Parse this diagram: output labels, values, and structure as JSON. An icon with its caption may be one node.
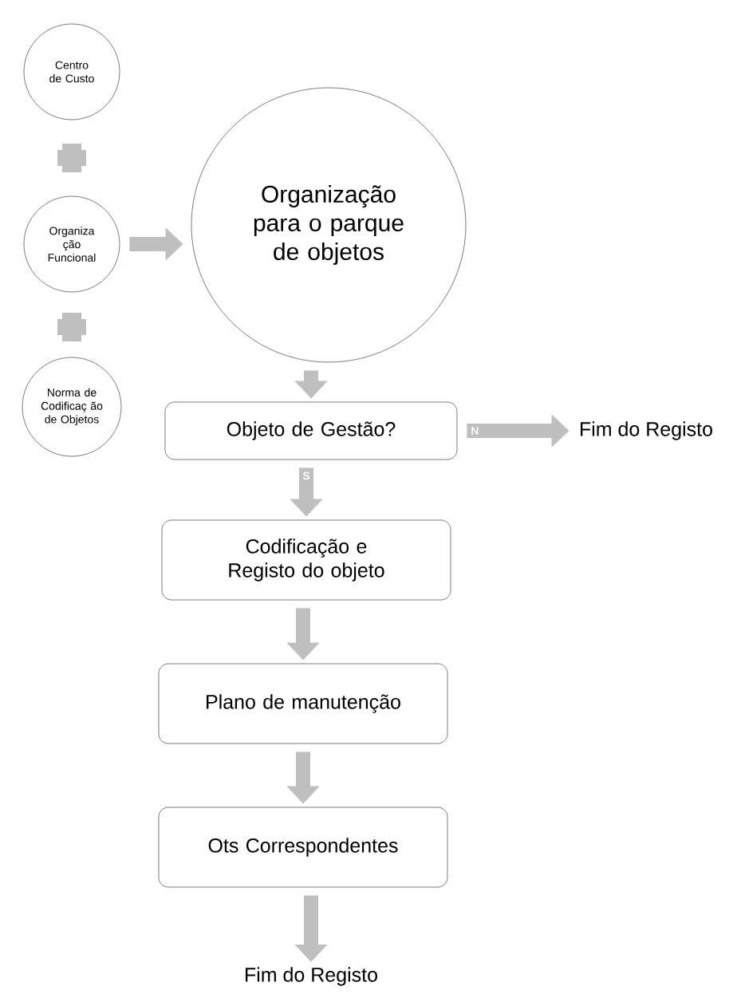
{
  "diagram": {
    "nodes": [
      {
        "text": [
          "Centro de Custo"
        ]
      },
      {
        "text": [
          "Organiza ção Funcional"
        ]
      },
      {
        "text": [
          "Norma de Codificaç ão de Objetos"
        ]
      },
      {
        "text": [
          "Organização para o parque de objetos"
        ]
      },
      {
        "text": [
          "Objeto de Gestão?"
        ]
      },
      {
        "text": [
          "Fim do Registo"
        ]
      },
      {
        "text": [
          "Codificação e Registo do objeto"
        ]
      },
      {
        "text": [
          "Plano de manutenção"
        ]
      },
      {
        "text": [
          "Ots Correspondentes"
        ]
      },
      {
        "text": [
          "Fim do Registo"
        ]
      }
    ],
    "edges": [
      {
        "from": 1,
        "to": 3,
        "arrow": "to"
      },
      {
        "from": 3,
        "to": 4,
        "arrow": "to"
      },
      {
        "from": 4,
        "to": 5,
        "arrow": "to",
        "label": "N"
      },
      {
        "from": 4,
        "to": 6,
        "arrow": "to",
        "label": "S"
      },
      {
        "from": 6,
        "to": 7,
        "arrow": "to"
      },
      {
        "from": 7,
        "to": 8,
        "arrow": "to"
      },
      {
        "from": 8,
        "to": 9,
        "arrow": "to"
      }
    ]
  }
}
